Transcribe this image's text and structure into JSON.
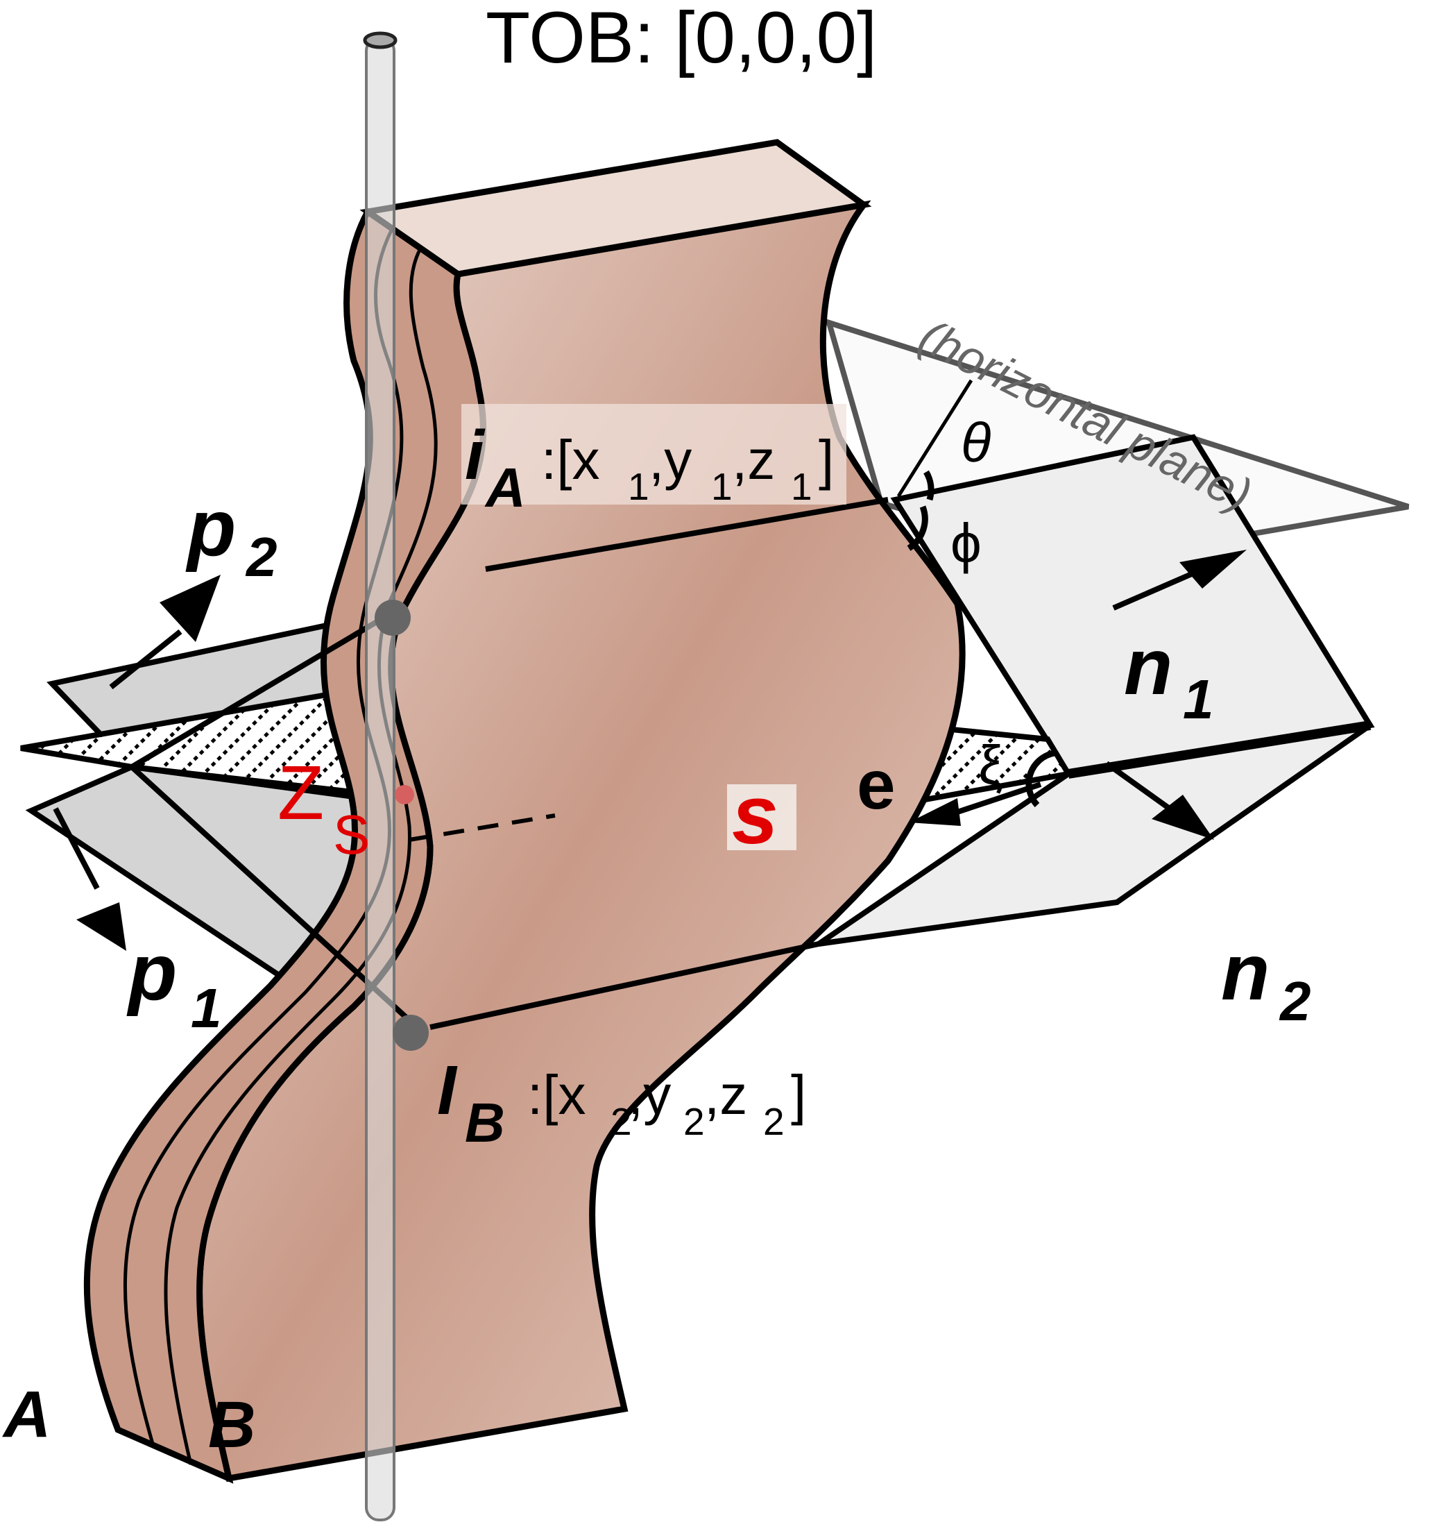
{
  "title": "TOB: [0,0,0]",
  "labels": {
    "iA_main": "i",
    "iA_sub": "A",
    "iA_coords": ":[x",
    "iA_x_sub": "1",
    "iA_y": ",y",
    "iA_y_sub": "1",
    "iA_z": ",z",
    "iA_z_sub": "1",
    "iA_close": "]",
    "iB_main": "I",
    "iB_sub": "B",
    "iB_coords": ":[x",
    "iB_x_sub": "2",
    "iB_y": ",y",
    "iB_y_sub": "2",
    "iB_z": ",z",
    "iB_z_sub": "2",
    "iB_close": "]",
    "p1": "p",
    "p1_sub": "1",
    "p2": "p",
    "p2_sub": "2",
    "n1": "n",
    "n1_sub": "1",
    "n2": "n",
    "n2_sub": "2",
    "zs": "Z",
    "zs_sub": "S",
    "s": "s",
    "e": "e",
    "xi": "ξ",
    "theta": "θ",
    "phi": "ϕ",
    "horizontal_plane": "(horizontal plane)",
    "A": "A",
    "B": "B"
  },
  "colors": {
    "bed": "#c99a88",
    "bed_light": "#ecdcd4",
    "plane_grey": "#d4d4d4",
    "plane_light": "#eeeeee",
    "red": "#e00000",
    "borehole": "#d8d8d8"
  }
}
